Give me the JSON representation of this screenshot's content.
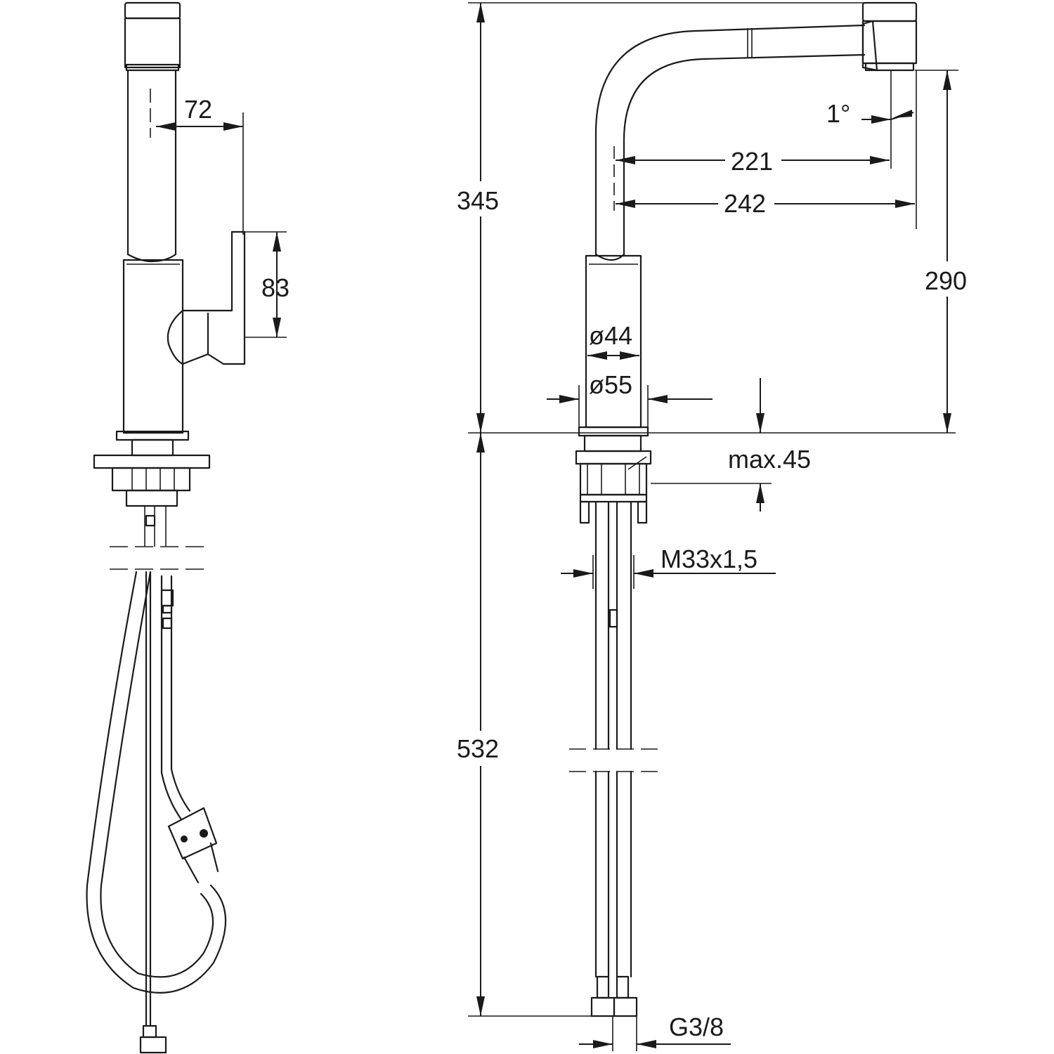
{
  "dimensions": {
    "handle_offset": "72",
    "handle_height": "83",
    "total_height": "345",
    "spout_reach_inner": "221",
    "spout_reach_outer": "242",
    "spout_angle": "1°",
    "spout_height": "290",
    "body_diameter": "ø44",
    "base_diameter": "ø55",
    "max_deck_thickness": "max.45",
    "thread_size": "M33x1,5",
    "below_deck_length": "532",
    "connection_thread": "G3/8"
  }
}
